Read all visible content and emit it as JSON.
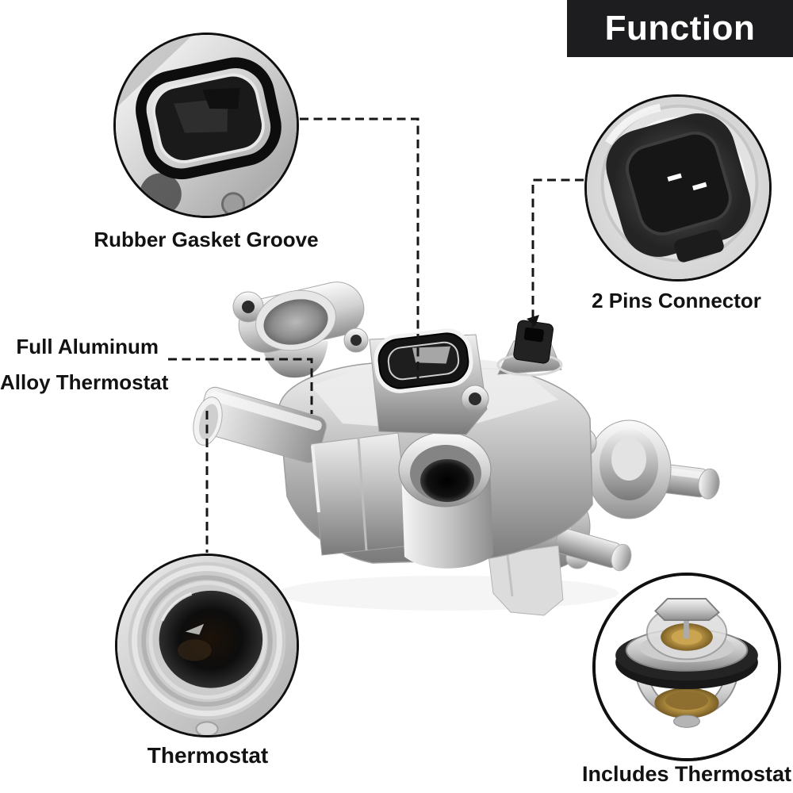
{
  "banner": {
    "label": "Function"
  },
  "callouts": {
    "rubber_gasket": {
      "label": "Rubber Gasket Groove"
    },
    "pins_connector": {
      "label": "2 Pins Connector"
    },
    "full_aluminum": {
      "line1": "Full Aluminum",
      "line2": "Alloy Thermostat"
    },
    "thermostat": {
      "label": "Thermostat"
    },
    "includes_thermostat": {
      "label": "Includes Thermostat"
    }
  },
  "colors": {
    "banner_bg": "#1d1d1f",
    "banner_fg": "#ffffff",
    "label_fg": "#121212",
    "leader_line": "#161616",
    "background": "#ffffff"
  }
}
